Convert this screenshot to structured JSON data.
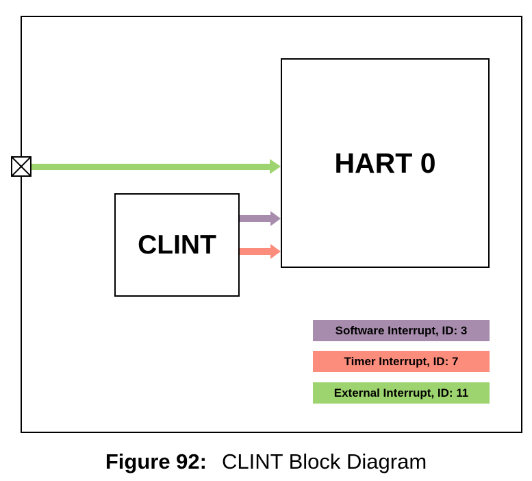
{
  "figure": {
    "caption_label": "Figure 92:",
    "caption_title": "CLINT Block Diagram"
  },
  "diagram": {
    "blocks": {
      "hart": {
        "label": "HART 0"
      },
      "clint": {
        "label": "CLINT"
      }
    },
    "legend": {
      "items": [
        {
          "label": "Software Interrupt, ID: 3",
          "color": "#a78cad"
        },
        {
          "label": "Timer Interrupt, ID: 7",
          "color": "#fc8c7b"
        },
        {
          "label": "External Interrupt, ID: 11",
          "color": "#9ed46f"
        }
      ]
    },
    "arrows": {
      "software": {
        "meaning": "software-interrupt-from-clint-to-hart0",
        "color": "#a78cad"
      },
      "timer": {
        "meaning": "timer-interrupt-from-clint-to-hart0",
        "color": "#fc8c7b"
      },
      "external": {
        "meaning": "external-interrupt-from-source-to-hart0",
        "color": "#9ed46f"
      }
    },
    "icons": {
      "external_source": "crossed-box-icon"
    }
  },
  "colors": {
    "purple": "#a78cad",
    "salmon": "#fc8c7b",
    "green": "#9ed46f",
    "line": "#000000",
    "text": "#000000",
    "background": "#ffffff"
  }
}
